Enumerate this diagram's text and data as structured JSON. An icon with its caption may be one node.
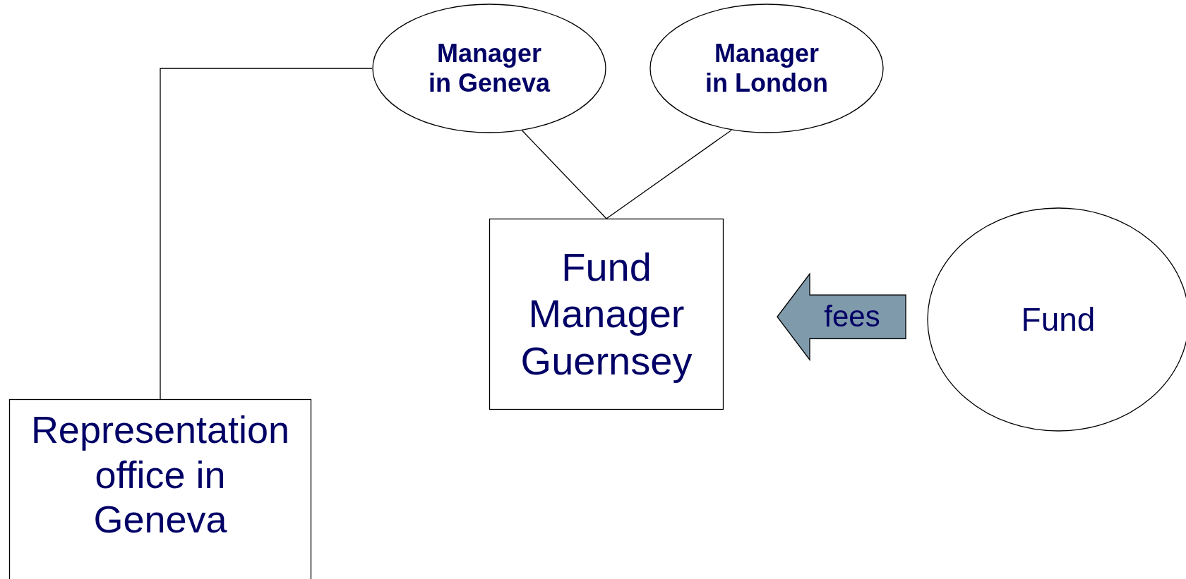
{
  "diagram": {
    "nodes": [
      {
        "text": [
          "Manager in Geneva"
        ]
      },
      {
        "text": [
          "Manager in London"
        ]
      },
      {
        "text": [
          "Fund Manager Guernsey"
        ]
      },
      {
        "text": [
          "Fund"
        ]
      },
      {
        "text": [
          "Representation office in Geneva"
        ]
      }
    ],
    "edges": [
      {
        "from": 0,
        "to": 4,
        "arrow": "none"
      },
      {
        "from": 0,
        "to": 2,
        "arrow": "none"
      },
      {
        "from": 1,
        "to": 2,
        "arrow": "none"
      },
      {
        "from": 3,
        "to": 2,
        "arrow": "to",
        "label": "fees",
        "style": "thick",
        "color": "#7f9aab"
      }
    ]
  }
}
